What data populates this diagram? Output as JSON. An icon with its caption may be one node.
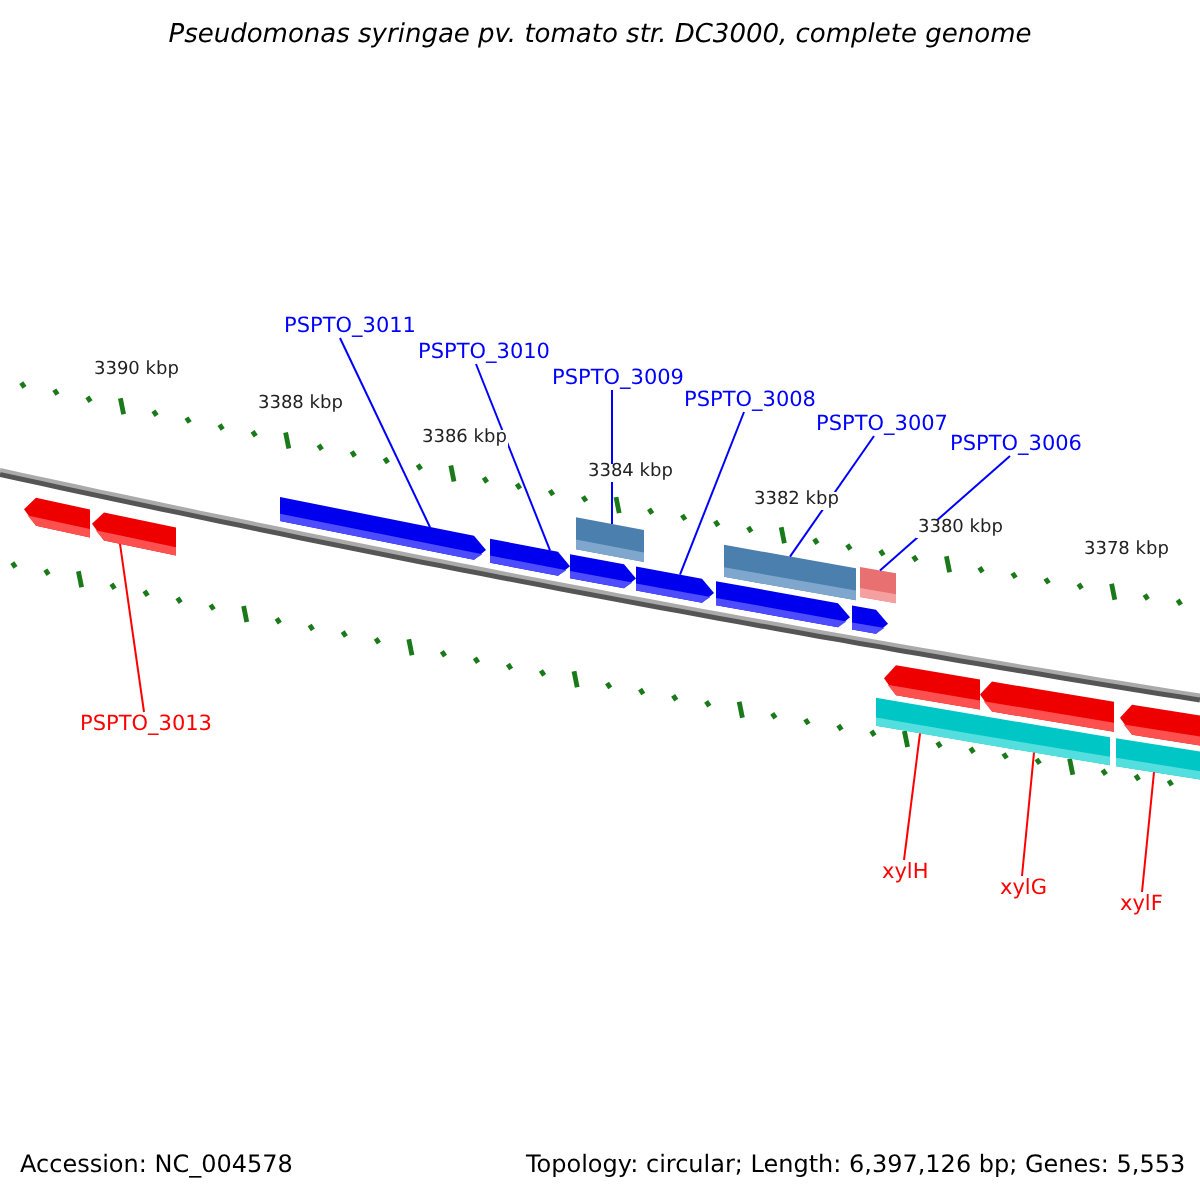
{
  "diagram": {
    "title": "Pseudomonas syringae pv. tomato str. DC3000, complete genome",
    "nodes": [
      {
        "text": [
          "PSPTO_3011"
        ]
      },
      {
        "text": [],
        "shape": "bar"
      },
      {
        "text": [
          "PSPTO_3010"
        ]
      },
      {
        "text": [],
        "shape": "bar"
      },
      {
        "text": [
          "PSPTO_3009"
        ]
      },
      {
        "text": [],
        "shape": "bar"
      },
      {
        "text": [
          "PSPTO_3008"
        ]
      },
      {
        "text": [],
        "shape": "bar"
      },
      {
        "text": [
          "PSPTO_3007"
        ]
      },
      {
        "text": [],
        "shape": "bar"
      },
      {
        "text": [
          "PSPTO_3006"
        ]
      },
      {
        "text": [],
        "shape": "bar"
      },
      {
        "text": [
          "PSPTO_3013"
        ]
      },
      {
        "text": [],
        "shape": "bar"
      },
      {
        "text": [
          "xylH"
        ]
      },
      {
        "text": [],
        "shape": "bar"
      },
      {
        "text": [
          "xylG"
        ]
      },
      {
        "text": [],
        "shape": "bar"
      },
      {
        "text": [
          "xylF"
        ]
      },
      {
        "text": [],
        "shape": "bar"
      },
      {
        "text": [],
        "shape": "bar"
      },
      {
        "text": [],
        "shape": "bar"
      },
      {
        "text": [],
        "shape": "bar"
      },
      {
        "text": [],
        "shape": "bar"
      },
      {
        "text": [],
        "shape": "bar"
      },
      {
        "text": [],
        "shape": "bar"
      },
      {
        "text": [],
        "shape": "bar"
      }
    ],
    "edges": [
      {
        "from": 0,
        "to": 1,
        "arrow": "none"
      },
      {
        "from": 2,
        "to": 3,
        "arrow": "none"
      },
      {
        "from": 4,
        "to": 5,
        "arrow": "none"
      },
      {
        "from": 6,
        "to": 7,
        "arrow": "none"
      },
      {
        "from": 8,
        "to": 9,
        "arrow": "none"
      },
      {
        "from": 10,
        "to": 11,
        "arrow": "none"
      },
      {
        "from": 12,
        "to": 13,
        "arrow": "none",
        "color": "#ff0000"
      },
      {
        "from": 14,
        "to": 15,
        "arrow": "none",
        "color": "#ff0000"
      },
      {
        "from": 16,
        "to": 17,
        "arrow": "none",
        "color": "#ff0000"
      },
      {
        "from": 18,
        "to": 19,
        "arrow": "none",
        "color": "#ff0000"
      }
    ],
    "labels": [
      "3390 kbp",
      "3388 kbp",
      "3386 kbp",
      "3384 kbp",
      "3382 kbp",
      "3380 kbp",
      "3378 kbp",
      "Accession: NC_004578",
      "Topology: circular; Length: 6,397,126 bp; Genes: 5,553"
    ]
  }
}
